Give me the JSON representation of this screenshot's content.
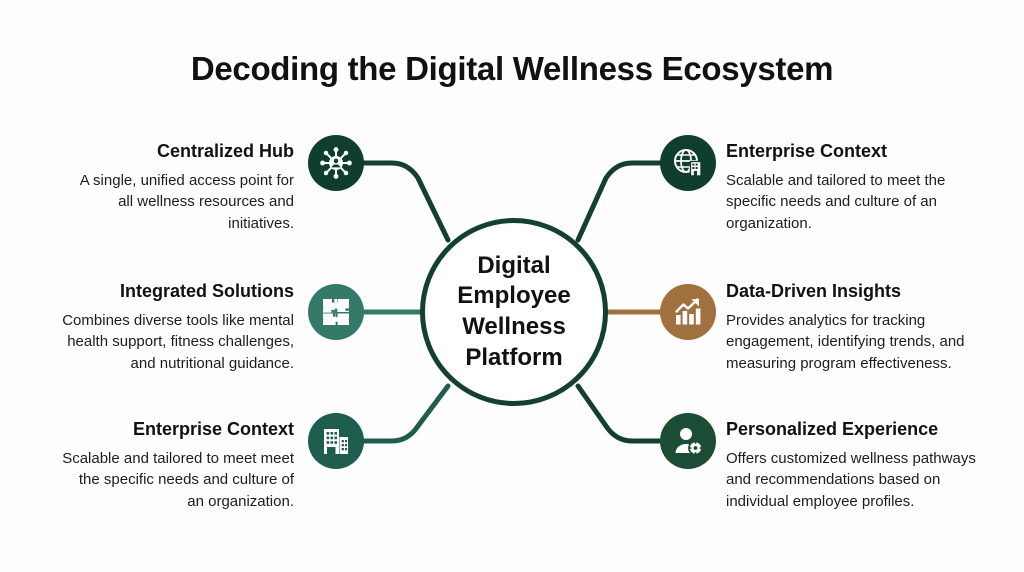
{
  "title": "Decoding the Digital Wellness Ecosystem",
  "center": {
    "label": "Digital\nEmployee\nWellness\nPlatform",
    "ring_color": "#14402f",
    "fill_color": "#ffffff"
  },
  "palette": {
    "background": "#fefefe",
    "title_color": "#111111",
    "body_text_color": "#1d1d1d",
    "dark_green": "#0f3d2e",
    "forest_green": "#14402f",
    "mid_teal_green": "#1f5e4e",
    "teal_green": "#357a68",
    "bronze": "#a0703f"
  },
  "nodes": {
    "left": [
      {
        "id": "centralized-hub",
        "title": "Centralized Hub",
        "description": "A single, unified access point for all wellness resources and initiatives.",
        "icon": "hub-network-icon",
        "circle_color": "#0f3d2e",
        "connector_color": "#14402f"
      },
      {
        "id": "integrated-solutions",
        "title": "Integrated Solutions",
        "description": "Combines diverse tools like mental health support, fitness challenges, and nutritional guidance.",
        "icon": "puzzle-pieces-icon",
        "circle_color": "#357a68",
        "connector_color": "#357a68"
      },
      {
        "id": "enterprise-context-left",
        "title": "Enterprise Context",
        "description": "Scalable and tailored to meet meet the specific needs and culture of an organization.",
        "icon": "office-buildings-icon",
        "circle_color": "#1f5e4e",
        "connector_color": "#1f5e4e"
      }
    ],
    "right": [
      {
        "id": "enterprise-context-right",
        "title": "Enterprise Context",
        "description": "Scalable and tailored to meet the specific needs and culture of an organization.",
        "icon": "globe-building-icon",
        "circle_color": "#0f3d2e",
        "connector_color": "#14402f"
      },
      {
        "id": "data-driven-insights",
        "title": "Data-Driven Insights",
        "description": "Provides analytics for tracking engagement, identifying trends, and measuring program effectiveness.",
        "icon": "bar-chart-growth-icon",
        "circle_color": "#a0703f",
        "connector_color": "#a0703f"
      },
      {
        "id": "personalized-experience",
        "title": "Personalized Experience",
        "description": "Offers customized wellness pathways and recommendations based on individual employee profiles.",
        "icon": "person-gear-icon",
        "circle_color": "#1b4d36",
        "connector_color": "#14402f"
      }
    ]
  }
}
